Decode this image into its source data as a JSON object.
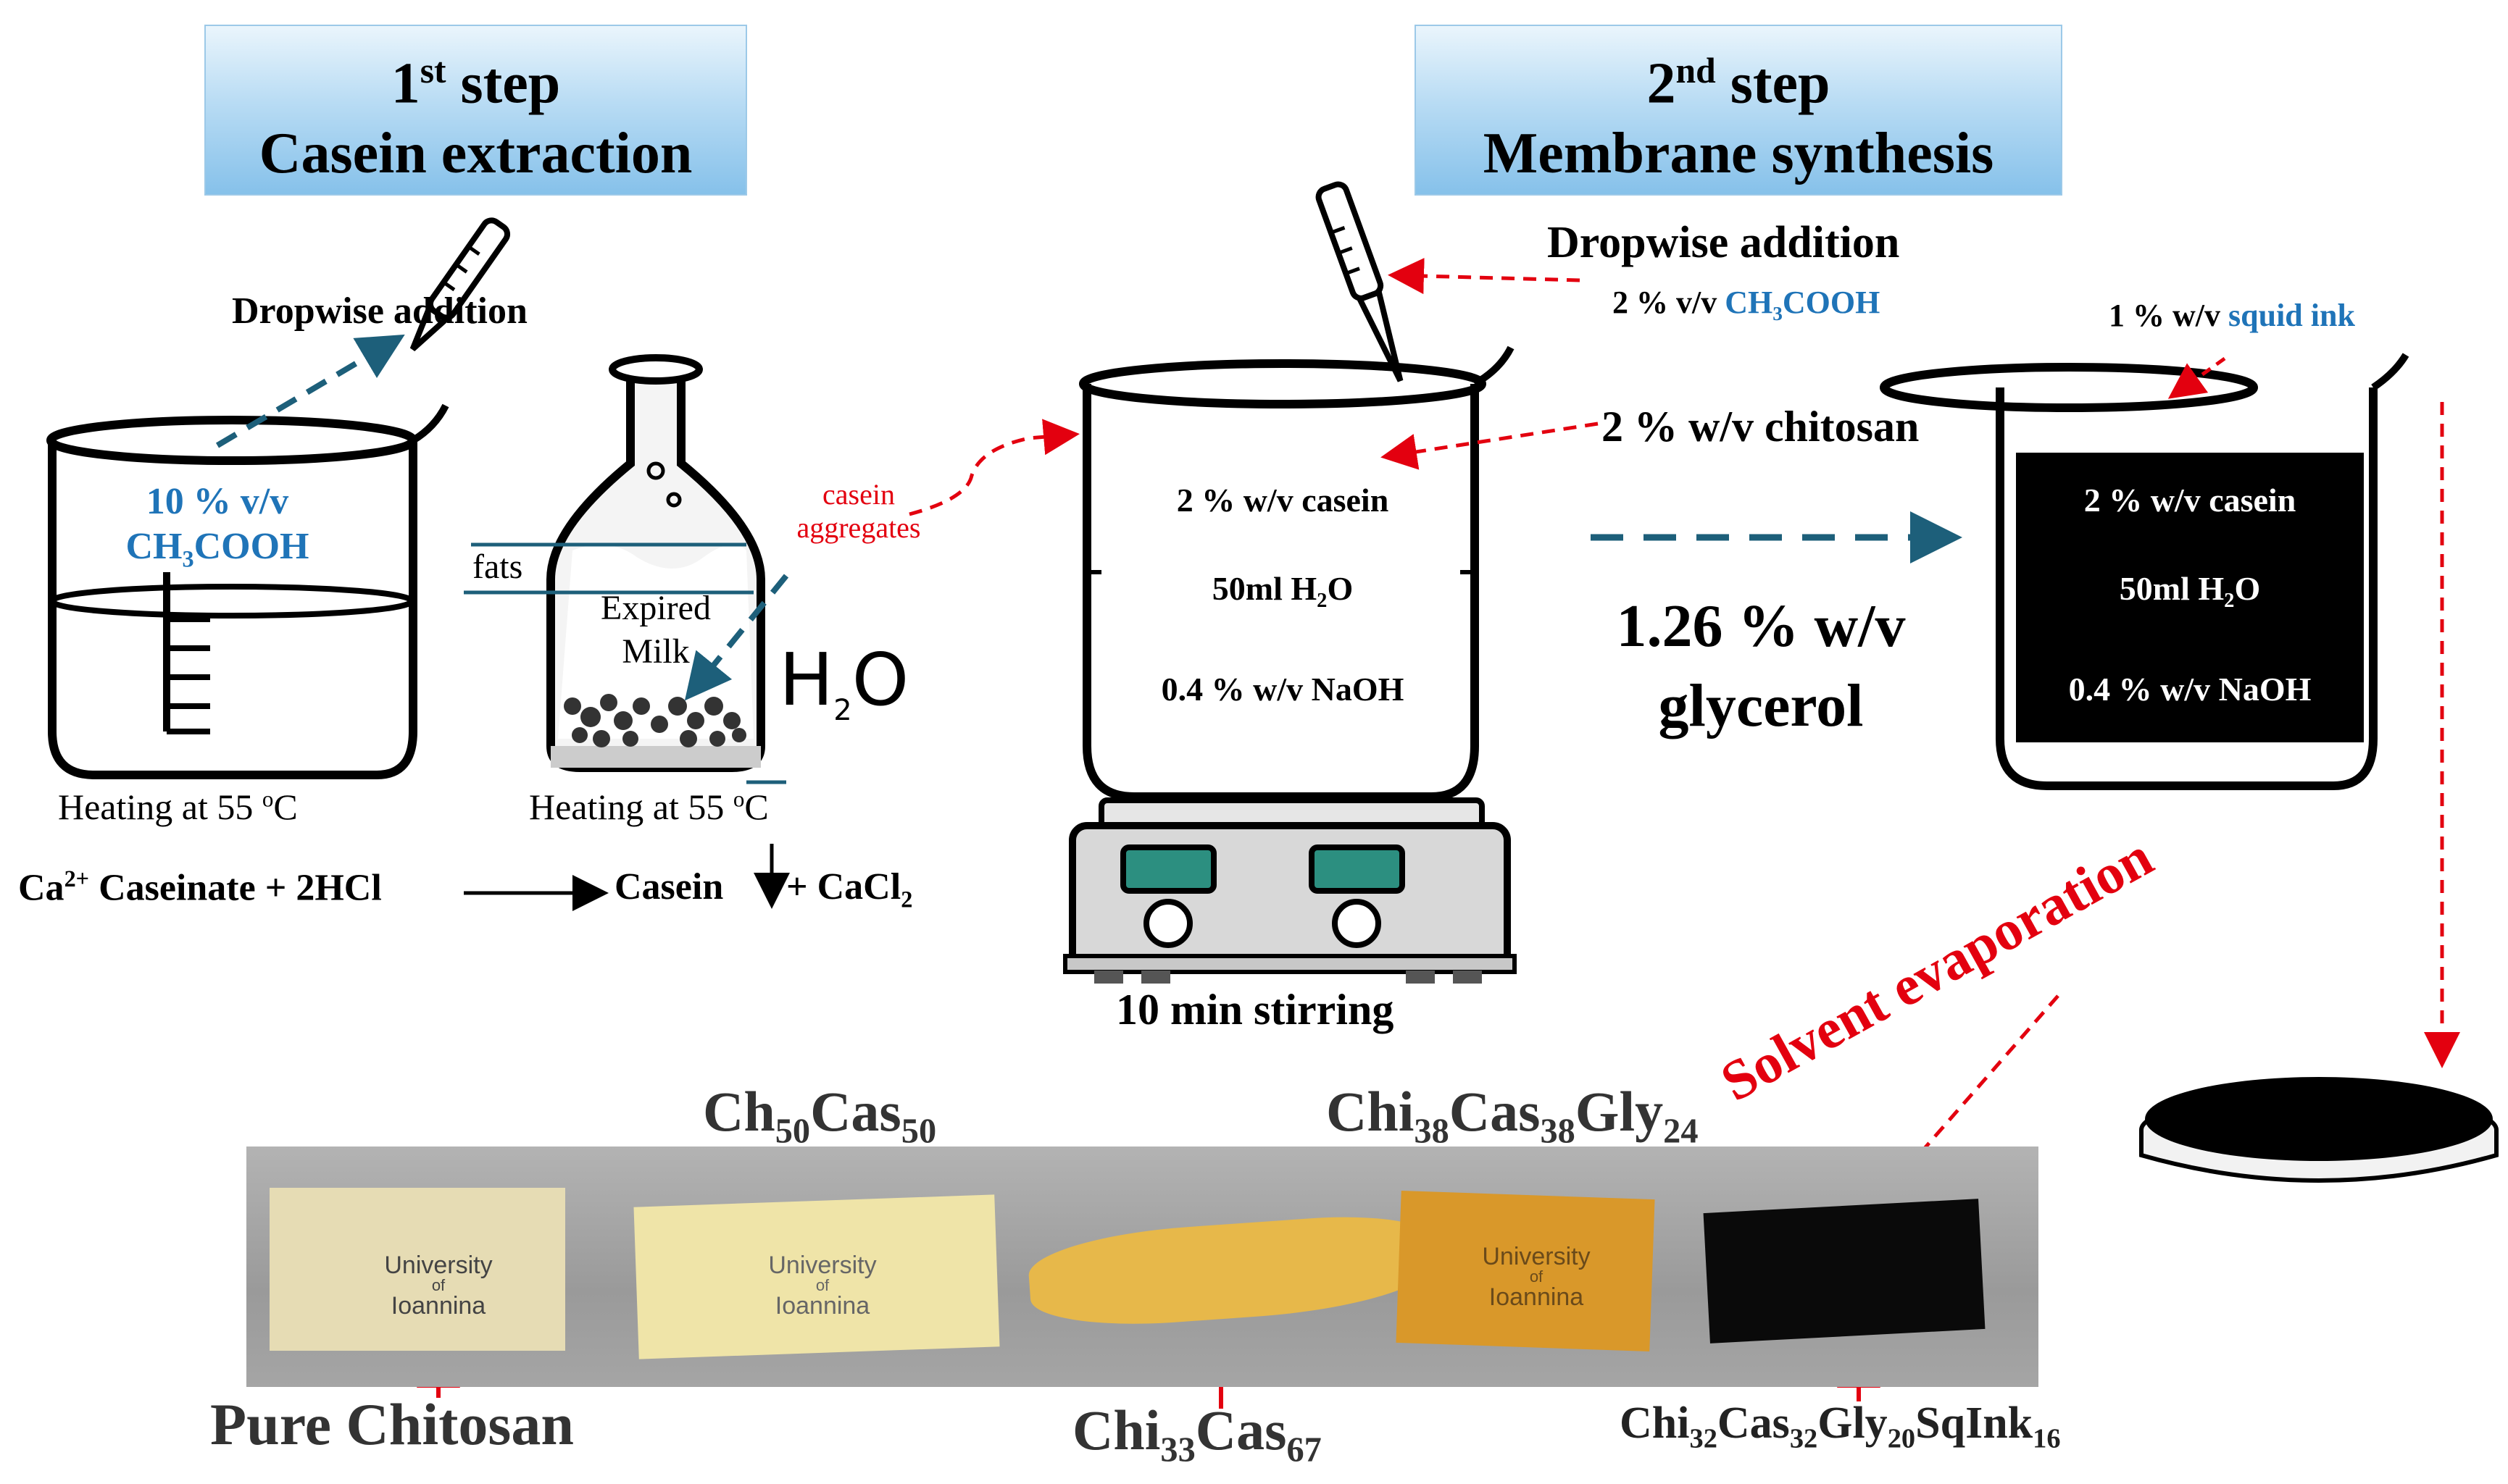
{
  "step1": {
    "line1": "1",
    "sup": "st",
    "line1_rest": " step",
    "line2": "Casein extraction"
  },
  "step2": {
    "line1": "2",
    "sup": "nd",
    "line1_rest": " step",
    "line2": "Membrane synthesis"
  },
  "left": {
    "dropwise_addition": "Dropwise addition",
    "acid_conc": "10 % v/v",
    "acid_name": "CH",
    "acid_sub1": "3",
    "acid_rest": "COOH",
    "heating1": "Heating at 55 ",
    "heating_sup": "o",
    "heating_unit": "C",
    "heating2": "Heating at 55 ",
    "fats": "fats",
    "expired_milk_1": "Expired",
    "expired_milk_2": "Milk",
    "water_label": "H",
    "water_sub": "2",
    "water_o": "O",
    "casein_aggregates_1": "casein",
    "casein_aggregates_2": "aggregates"
  },
  "equation": {
    "ca": "Ca",
    "ca_sup": "2+",
    "reactants": " Caseinate + 2HCl",
    "product1": "Casein",
    "plus": "+ CaCl",
    "cl_sub": "2"
  },
  "middle": {
    "dropwise_addition": "Dropwise addition",
    "acid_prefix": "2 % v/v ",
    "acid_name": "CH",
    "acid_sub": "3",
    "acid_rest": "COOH",
    "chitosan": "2 % w/v chitosan",
    "beaker_line1": "2 % w/v casein",
    "beaker_line2_a": "50ml H",
    "beaker_line2_sub": "2",
    "beaker_line2_b": "O",
    "beaker_line3": "0.4 % w/v NaOH",
    "stirring": "10 min stirring",
    "glycerol_1": "1.26 % w/v",
    "glycerol_2": "glycerol"
  },
  "right": {
    "squid_prefix": "1 % w/v ",
    "squid_ink": "squid ink",
    "beaker_line1": "2 % w/v casein",
    "beaker_line2_a": "50ml H",
    "beaker_line2_sub": "2",
    "beaker_line2_b": "O",
    "beaker_line3": "0.4 % w/v NaOH",
    "solvent_evaporation": "Solvent evaporation"
  },
  "samples": {
    "pure": "Pure Chitosan",
    "s2_a": "Ch",
    "s2_s1": "50",
    "s2_b": "Cas",
    "s2_s2": "50",
    "s3_a": "Chi",
    "s3_s1": "33",
    "s3_b": "Cas",
    "s3_s2": "67",
    "s4_a": "Chi",
    "s4_s1": "38",
    "s4_b": "Cas",
    "s4_s2": "38",
    "s4_c": "Gly",
    "s4_s3": "24",
    "s5_a": "Chi",
    "s5_s1": "32",
    "s5_b": "Cas",
    "s5_s2": "32",
    "s5_c": "Gly",
    "s5_s3": "20",
    "s5_d": "SqInk",
    "s5_s4": "16"
  },
  "logo": {
    "line1": "University",
    "line2": "of",
    "line3": "Ioannina"
  },
  "colors": {
    "blue": "#1f74b8",
    "red": "#e3000f",
    "arrow_dark": "#1d5f7a",
    "header": "#b9dcf4"
  }
}
